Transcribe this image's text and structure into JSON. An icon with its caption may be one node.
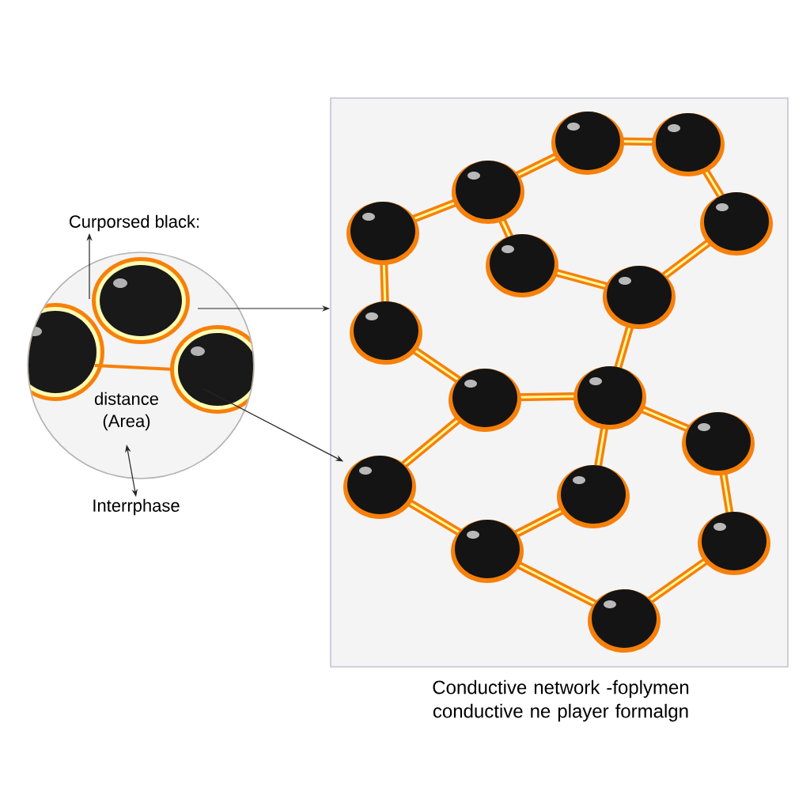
{
  "diagram": {
    "caption": "Conductive network -foplymen conductive ne player formalgn",
    "nodes": [
      {
        "text": [
          "Curporsed black:"
        ]
      },
      {
        "text": [
          "distance (Area)"
        ]
      },
      {
        "text": [
          "Interrphase"
        ]
      },
      {
        "text": [],
        "shape": "box"
      }
    ],
    "edges": [
      {
        "from": 1,
        "to": 0,
        "arrow": "to"
      },
      {
        "from": 1,
        "to": 2,
        "arrow": "both"
      },
      {
        "from": 1,
        "to": 3,
        "arrow": "to"
      },
      {
        "from": 1,
        "to": 3,
        "arrow": "to"
      }
    ]
  }
}
